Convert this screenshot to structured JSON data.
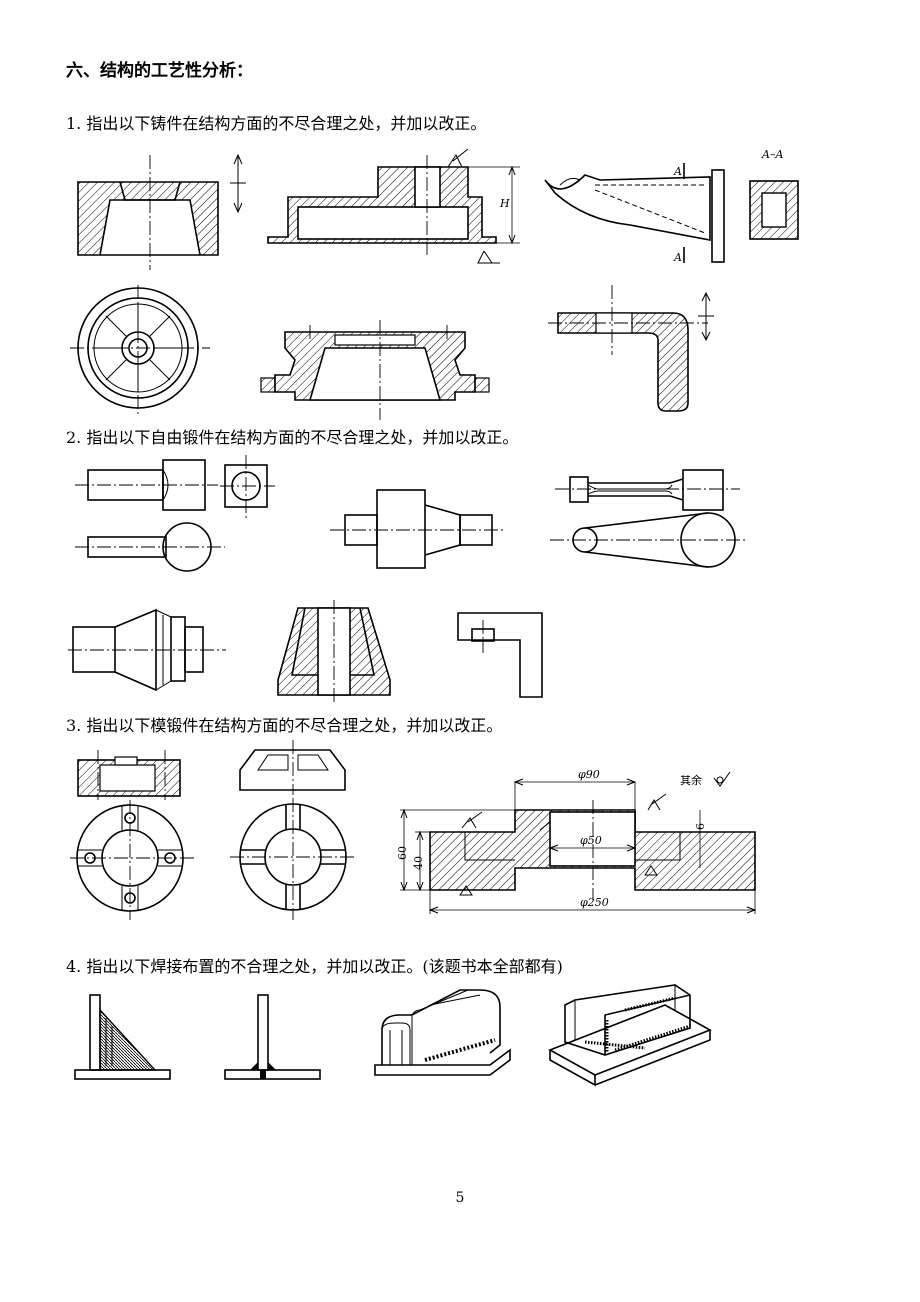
{
  "section_title": "六、结构的工艺性分析：",
  "questions": [
    {
      "text": "1.  指出以下铸件在结构方面的不尽合理之处，并加以改正。"
    },
    {
      "text": "2.  指出以下自由锻件在结构方面的不尽合理之处，并加以改正。"
    },
    {
      "text": "3.  指出以下模锻件在结构方面的不尽合理之处，并加以改正。"
    },
    {
      "text": "4.  指出以下焊接布置的不合理之处，并加以改正。(该题书本全部都有)"
    }
  ],
  "figure_labels": {
    "height_H": "H",
    "section_A_top": "A",
    "section_A_bottom": "A",
    "section_AA": "A–A",
    "dia_90": "φ90",
    "dia_50": "φ50",
    "dia_250": "φ250",
    "dim_60": "60",
    "dim_40": "40",
    "dim_6": "6",
    "rest_note": "其余"
  },
  "page_number": "5"
}
